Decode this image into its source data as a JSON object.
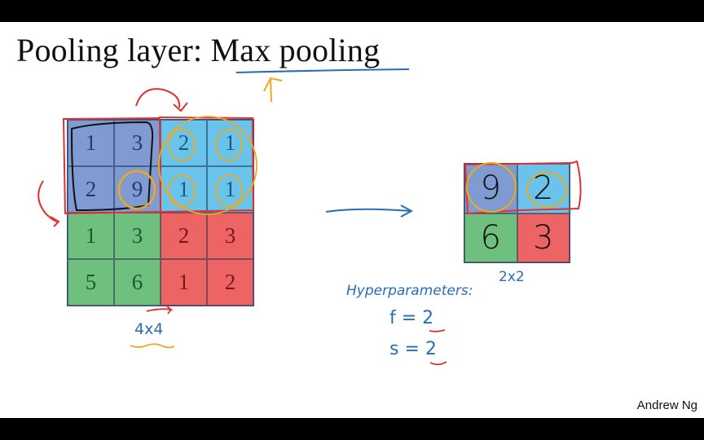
{
  "slide": {
    "title": "Pooling layer: Max pooling",
    "credit": "Andrew Ng"
  },
  "input_matrix": {
    "label": "4x4",
    "rows": [
      [
        1,
        3,
        2,
        1
      ],
      [
        2,
        9,
        1,
        1
      ],
      [
        1,
        3,
        2,
        3
      ],
      [
        5,
        6,
        1,
        2
      ]
    ],
    "quadrant_colors": {
      "top_left": "#7f9bd1",
      "top_right": "#69c3ea",
      "bottom_left": "#6fbf7f",
      "bottom_right": "#ec6464"
    },
    "text_colors": {
      "top_left": "#233a78",
      "top_right": "#1f5a7a",
      "bottom_left": "#1f5a2a",
      "bottom_right": "#7a1616"
    }
  },
  "output_matrix": {
    "label": "2x2",
    "rows": [
      [
        9,
        2
      ],
      [
        6,
        3
      ]
    ]
  },
  "hyperparameters": {
    "heading": "Hyperparameters:",
    "f": "f = 2",
    "s": "s = 2"
  },
  "annotation_colors": {
    "red": "#e03030",
    "orange": "#f2a81d",
    "blue": "#2a6db5",
    "black": "#111111"
  }
}
